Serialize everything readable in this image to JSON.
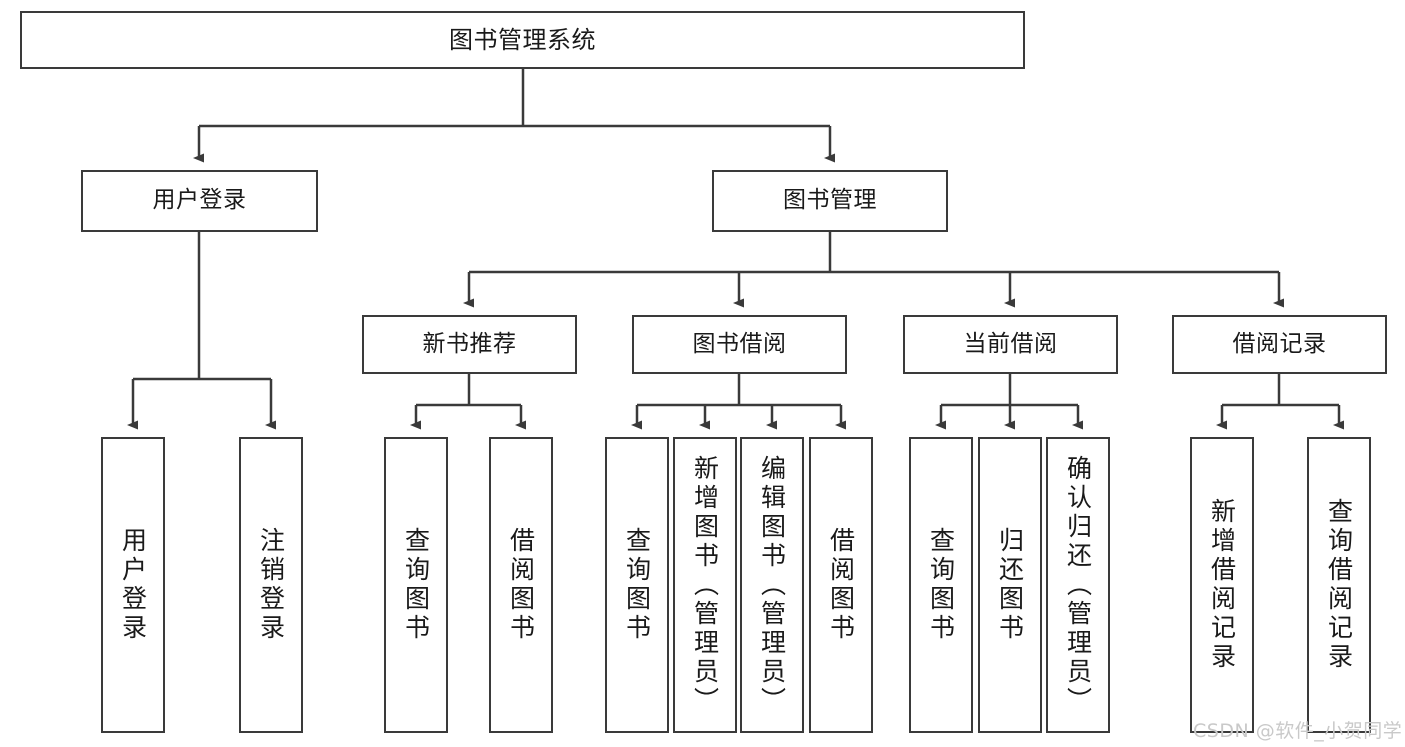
{
  "diagram": {
    "type": "tree",
    "title": "图书管理系统",
    "watermark": "CSDN @软件_小贺同学",
    "levels": {
      "level1": [
        {
          "id": "root",
          "label": "图书管理系统"
        }
      ],
      "level2": [
        {
          "id": "user-login",
          "label": "用户登录",
          "parent": "root"
        },
        {
          "id": "book-manage",
          "label": "图书管理",
          "parent": "root"
        }
      ],
      "level3": [
        {
          "id": "new-book-rec",
          "label": "新书推荐",
          "parent": "book-manage"
        },
        {
          "id": "book-borrow",
          "label": "图书借阅",
          "parent": "book-manage"
        },
        {
          "id": "current-borrow",
          "label": "当前借阅",
          "parent": "book-manage"
        },
        {
          "id": "borrow-record",
          "label": "借阅记录",
          "parent": "book-manage"
        }
      ],
      "leaves": [
        {
          "id": "leaf-user-login",
          "label": "用户登录",
          "parent": "user-login"
        },
        {
          "id": "leaf-logout",
          "label": "注销登录",
          "parent": "user-login"
        },
        {
          "id": "leaf-query-book-1",
          "label": "查询图书",
          "parent": "new-book-rec"
        },
        {
          "id": "leaf-borrow-book-1",
          "label": "借阅图书",
          "parent": "new-book-rec"
        },
        {
          "id": "leaf-query-book-2",
          "label": "查询图书",
          "parent": "book-borrow"
        },
        {
          "id": "leaf-add-book",
          "label": "新增图书（管理员）",
          "parent": "book-borrow"
        },
        {
          "id": "leaf-edit-book",
          "label": "编辑图书（管理员）",
          "parent": "book-borrow"
        },
        {
          "id": "leaf-borrow-book-2",
          "label": "借阅图书",
          "parent": "book-borrow"
        },
        {
          "id": "leaf-query-book-3",
          "label": "查询图书",
          "parent": "current-borrow"
        },
        {
          "id": "leaf-return-book",
          "label": "归还图书",
          "parent": "current-borrow"
        },
        {
          "id": "leaf-confirm-return",
          "label": "确认归还（管理员）",
          "parent": "current-borrow"
        },
        {
          "id": "leaf-add-record",
          "label": "新增借阅记录",
          "parent": "borrow-record"
        },
        {
          "id": "leaf-query-record",
          "label": "查询借阅记录",
          "parent": "borrow-record"
        }
      ]
    },
    "colors": {
      "stroke": "#3a3a3a",
      "fill": "#ffffff",
      "text": "#1a1a1a",
      "watermark": "#c9c9c9"
    }
  }
}
